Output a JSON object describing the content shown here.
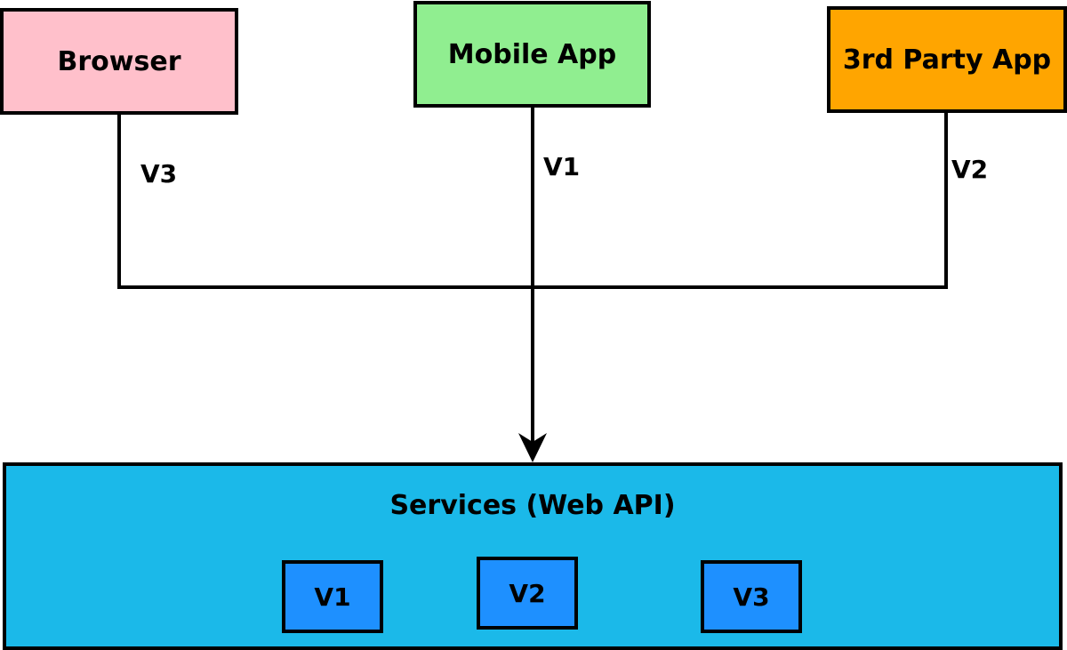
{
  "colors": {
    "browser_fill": "#FFC0CB",
    "mobile_fill": "#90EE90",
    "third_party_fill": "#FFA500",
    "services_fill": "#1BB9E9",
    "version_fill": "#1E90FF",
    "stroke": "#000000"
  },
  "clients": {
    "browser": {
      "label": "Browser",
      "version": "V3"
    },
    "mobile": {
      "label": "Mobile App",
      "version": "V1"
    },
    "third_party": {
      "label": "3rd Party App",
      "version": "V2"
    }
  },
  "services": {
    "title": "Services (Web API)",
    "versions": [
      "V1",
      "V2",
      "V3"
    ]
  }
}
